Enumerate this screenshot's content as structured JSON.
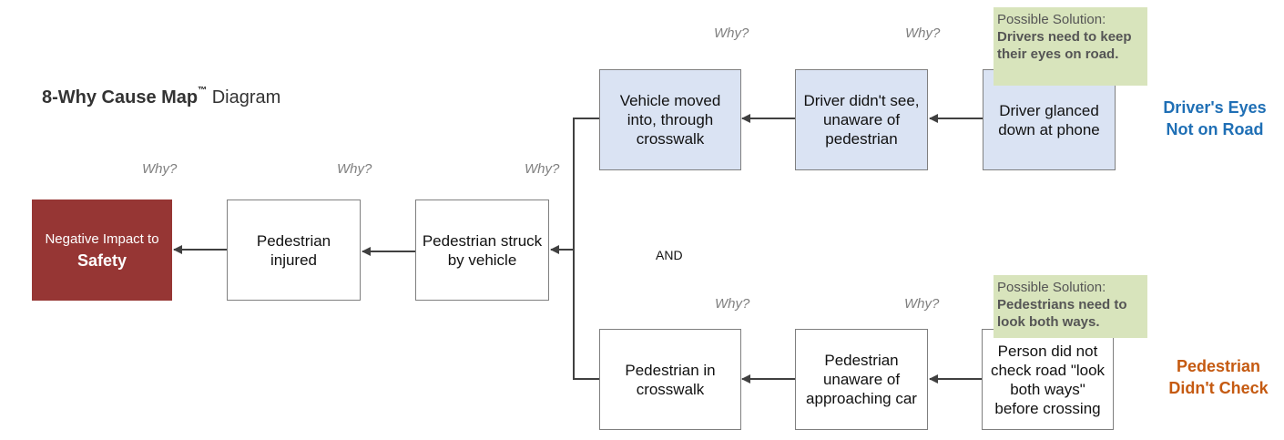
{
  "title": {
    "bold": "8-Why Cause Map",
    "tm": "™",
    "rest": " Diagram"
  },
  "why_label": "Why?",
  "and_label": "AND",
  "colors": {
    "impact": "#963634",
    "blue_box": "#dae3f3",
    "solution": "#d8e4bc",
    "tag_top": "#1f6fb5",
    "tag_bottom": "#c55a11",
    "arrow": "#404040"
  },
  "boxes": {
    "impact": {
      "line1": "Negative Impact to",
      "line2": "Safety"
    },
    "injured": "Pedestrian injured",
    "struck": "Pedestrian struck by vehicle",
    "vehicle_moved": "Vehicle moved into, through crosswalk",
    "driver_didnt_see": "Driver didn't see, unaware of pedestrian",
    "glanced": "Driver glanced down at phone",
    "in_crosswalk": "Pedestrian in crosswalk",
    "unaware_car": "Pedestrian unaware of approaching car",
    "did_not_check": "Person did not check road \"look both ways\" before crossing"
  },
  "solutions": {
    "top": {
      "label": "Possible Solution:",
      "text": "Drivers need to keep their eyes on road."
    },
    "bottom": {
      "label": "Possible Solution:",
      "text": "Pedestrians need to look both ways."
    }
  },
  "tags": {
    "top": {
      "line1": "Driver's Eyes",
      "line2": "Not on Road"
    },
    "bottom": {
      "line1": "Pedestrian",
      "line2": "Didn't Check"
    }
  }
}
